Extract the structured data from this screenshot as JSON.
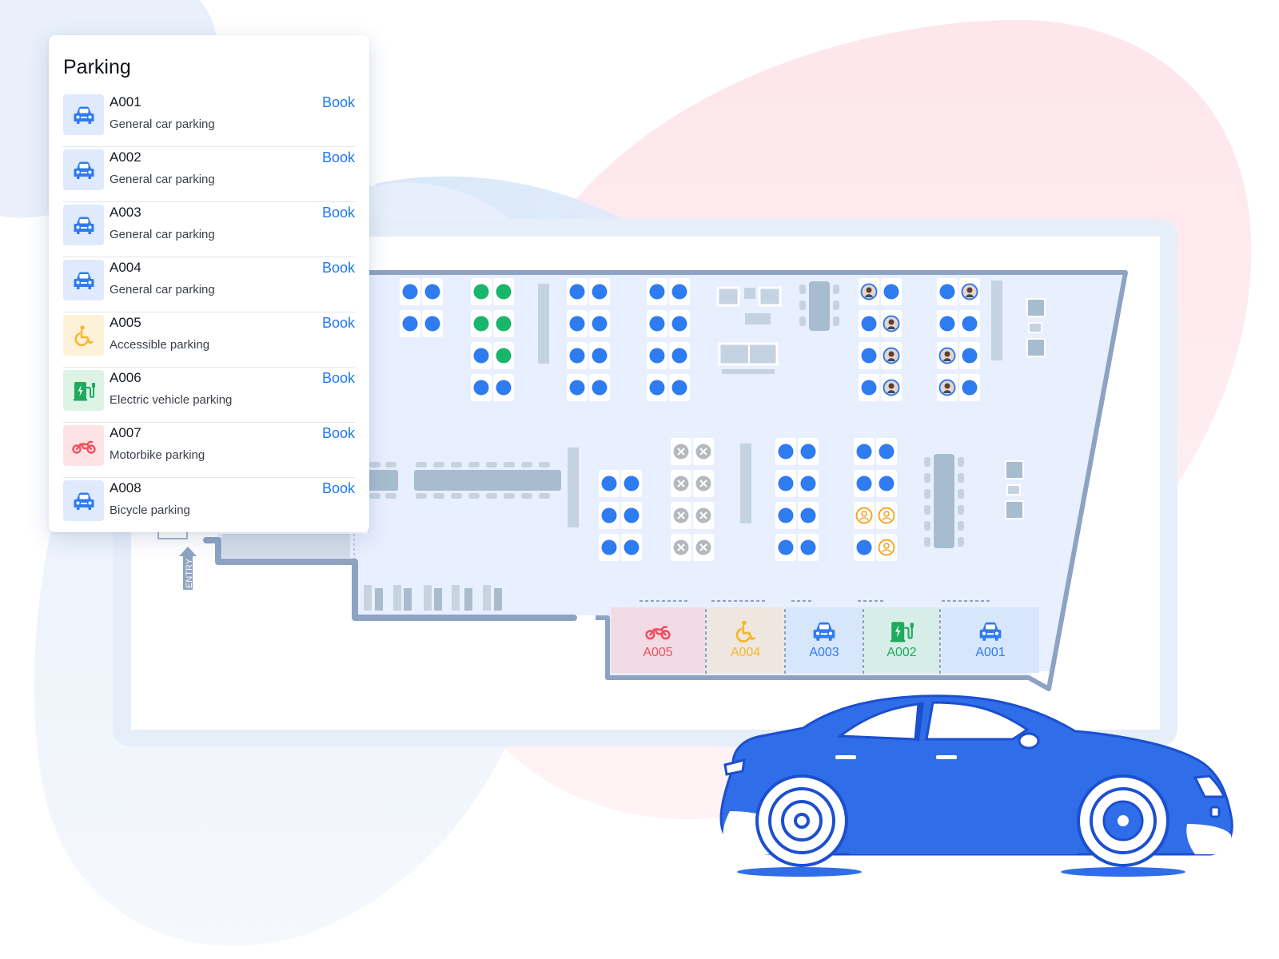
{
  "panel": {
    "title": "Parking",
    "items": [
      {
        "id": "A001",
        "desc": "General car parking",
        "action": "Book",
        "icon": "car-icon",
        "icon_bg": "#dfeafc",
        "icon_color": "#2f7bf0"
      },
      {
        "id": "A002",
        "desc": "General car parking",
        "action": "Book",
        "icon": "car-icon",
        "icon_bg": "#dfeafc",
        "icon_color": "#2f7bf0"
      },
      {
        "id": "A003",
        "desc": "General car parking",
        "action": "Book",
        "icon": "car-icon",
        "icon_bg": "#dfeafc",
        "icon_color": "#2f7bf0"
      },
      {
        "id": "A004",
        "desc": "General car parking",
        "action": "Book",
        "icon": "car-icon",
        "icon_bg": "#dfeafc",
        "icon_color": "#2f7bf0"
      },
      {
        "id": "A005",
        "desc": "Accessible parking",
        "action": "Book",
        "icon": "wheelchair-icon",
        "icon_bg": "#fdf1d8",
        "icon_color": "#f5b82a"
      },
      {
        "id": "A006",
        "desc": "Electric vehicle parking",
        "action": "Book",
        "icon": "ev-charger-icon",
        "icon_bg": "#dcf3e6",
        "icon_color": "#1faa5c"
      },
      {
        "id": "A007",
        "desc": "Motorbike parking",
        "action": "Book",
        "icon": "motorbike-icon",
        "icon_bg": "#fde3e6",
        "icon_color": "#f0505e"
      },
      {
        "id": "A008",
        "desc": "Bicycle parking",
        "action": "Book",
        "icon": "car-icon",
        "icon_bg": "#dfeafc",
        "icon_color": "#2f7bf0"
      }
    ]
  },
  "map": {
    "entry_label": "ENTRY",
    "bays": [
      {
        "label": "A005",
        "icon": "motorbike-icon",
        "bg": "#f3dbe6",
        "color": "#f0505e"
      },
      {
        "label": "A004",
        "icon": "wheelchair-icon",
        "bg": "#efe7df",
        "color": "#f5b82a"
      },
      {
        "label": "A003",
        "icon": "car-icon",
        "bg": "#d7e6fa",
        "color": "#2f7bf0"
      },
      {
        "label": "A002",
        "icon": "ev-charger-icon",
        "bg": "#d6ede8",
        "color": "#1faa5c"
      },
      {
        "label": "A001",
        "icon": "car-icon",
        "bg": "#d7e6fa",
        "color": "#2f7bf0"
      }
    ]
  },
  "colors": {
    "accent": "#1e78f0",
    "seat_available": "#2f7bf0",
    "seat_green": "#19b56a",
    "seat_unavailable": "#b5b9bf",
    "seat_reserved": "#f5a623",
    "wall": "#8ea3c2",
    "floor": "#e8efff"
  }
}
